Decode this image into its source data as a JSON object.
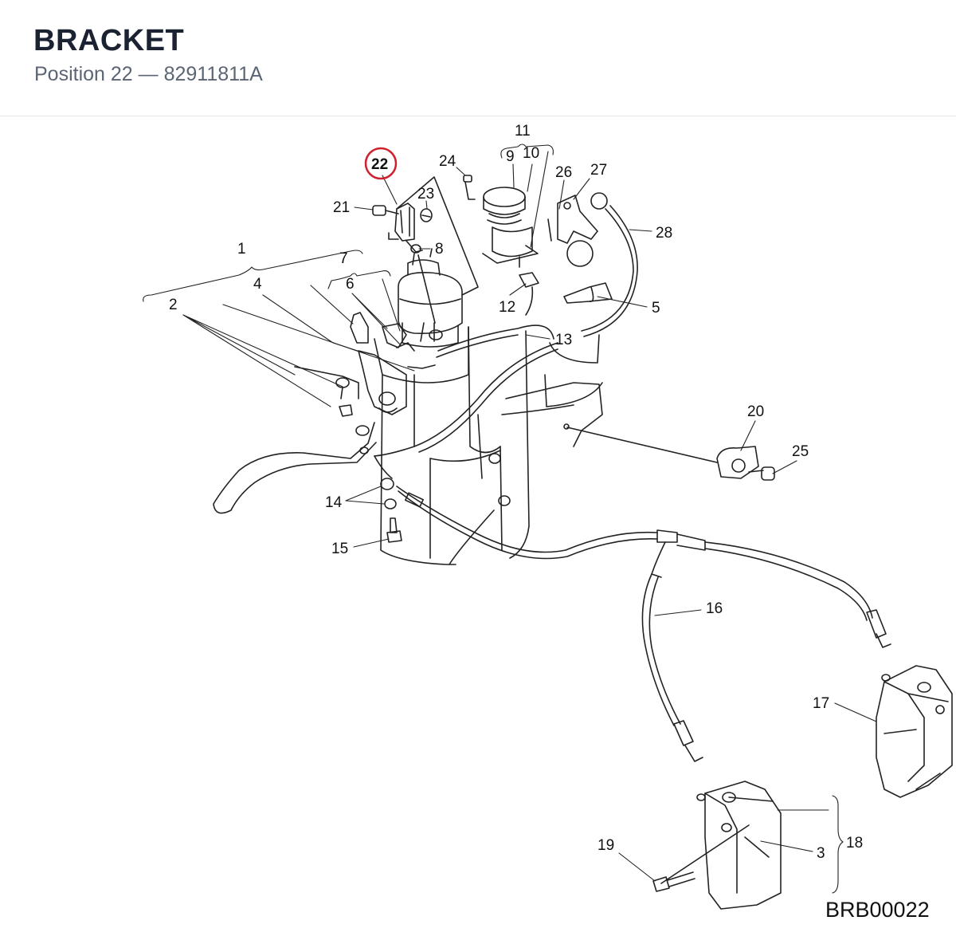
{
  "header": {
    "title": "BRACKET",
    "subtitle": "Position 22 — 82911811A"
  },
  "diagram": {
    "highlighted": "22",
    "highlight_color": "#d0202e",
    "code": "BRB00022",
    "callouts": [
      "1",
      "2",
      "3",
      "4",
      "5",
      "6",
      "7",
      "8",
      "9",
      "10",
      "11",
      "12",
      "13",
      "14",
      "15",
      "16",
      "17",
      "18",
      "19",
      "20",
      "21",
      "22",
      "23",
      "24",
      "25",
      "26",
      "27",
      "28"
    ]
  }
}
